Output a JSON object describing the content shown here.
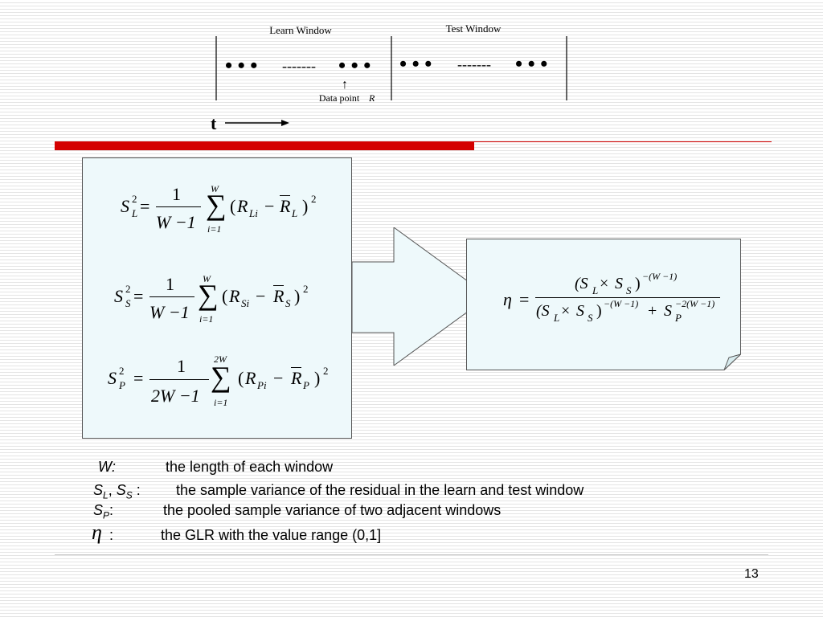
{
  "timeline": {
    "learn_label": "Learn Window",
    "test_label": "Test Window",
    "data_point_label": "Data point",
    "data_point_var": "R",
    "dots": "• • •",
    "dashes": "-------",
    "up_arrow": "↑",
    "time_label": "t"
  },
  "formulas": {
    "sl": {
      "S": "S",
      "sup": "2",
      "sub": "L",
      "num": "1",
      "den": "W −1",
      "upper": "W",
      "lower": "i=1",
      "sigma": "∑",
      "body_open": "(",
      "R1": "R",
      "sub1": "Li",
      "minus": "−",
      "R2": "R",
      "sub2": "L",
      "body_close": ")",
      "exp": "2"
    },
    "ss": {
      "S": "S",
      "sup": "2",
      "sub": "S",
      "num": "1",
      "den": "W −1",
      "upper": "W",
      "lower": "i=1",
      "sigma": "∑",
      "body_open": "(",
      "R1": "R",
      "sub1": "Si",
      "minus": "−",
      "R2": "R",
      "sub2": "S",
      "body_close": ")",
      "exp": "2"
    },
    "sp": {
      "S": "S",
      "sup": "2",
      "sub": "P",
      "num": "1",
      "den": "2W −1",
      "upper": "2W",
      "lower": "i=1",
      "sigma": "∑",
      "body_open": "(",
      "R1": "R",
      "sub1": "Pi",
      "minus": "−",
      "R2": "R",
      "sub2": "P",
      "body_close": ")",
      "exp": "2"
    },
    "eta": {
      "eta": "η",
      "eq": "=",
      "num": "(S",
      "num_sub_l": "L",
      "times": "×",
      "num_s": "S",
      "num_sub_s": "S",
      "num_close": ")",
      "num_exp": "−(W −1)",
      "den": "(S",
      "den_sub_l": "L",
      "den_s": "S",
      "den_sub_s": "S",
      "den_close": ")",
      "den_exp": "−(W −1)",
      "plus": "+",
      "den_sp": "S",
      "den_sp_exp": "−2(W −1)",
      "den_sp_sub": "P"
    }
  },
  "legend": {
    "w": {
      "sym": "W:",
      "text": "the length of each window"
    },
    "sls": {
      "sym_a": "S",
      "sub_a": "L",
      "comma": ",",
      "sym_b": "S",
      "sub_b": "S",
      "colon": ":",
      "text": "the sample variance of the residual in the learn and test window"
    },
    "sp": {
      "sym": "S",
      "sub": "P",
      "colon": ":",
      "text": "the pooled sample variance of two adjacent windows"
    },
    "eta": {
      "sym": "η",
      "colon": ":",
      "text": "the GLR with the value range (0,1]"
    }
  },
  "page_number": "13",
  "colors": {
    "accent_red": "#d40000",
    "box_fill": "#eef9fb"
  }
}
